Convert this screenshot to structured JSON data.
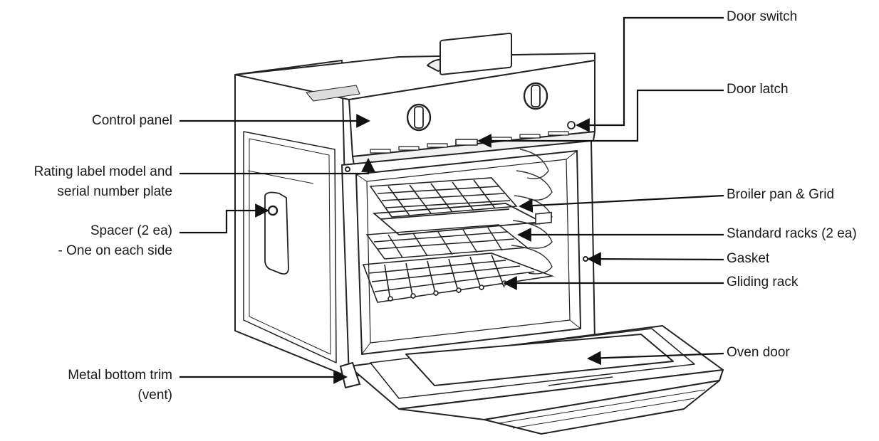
{
  "labels": {
    "control_panel": "Control panel",
    "rating_label_line1": "Rating label model and",
    "rating_label_line2": "serial number plate",
    "spacer_line1": "Spacer (2 ea)",
    "spacer_line2": "- One on each side",
    "metal_trim_line1": "Metal bottom trim",
    "metal_trim_line2": "(vent)",
    "door_switch": "Door switch",
    "door_latch": "Door latch",
    "broiler_pan": "Broiler pan & Grid",
    "standard_racks": "Standard racks (2 ea)",
    "gasket": "Gasket",
    "gliding_rack": "Gliding rack",
    "oven_door": "Oven door"
  }
}
